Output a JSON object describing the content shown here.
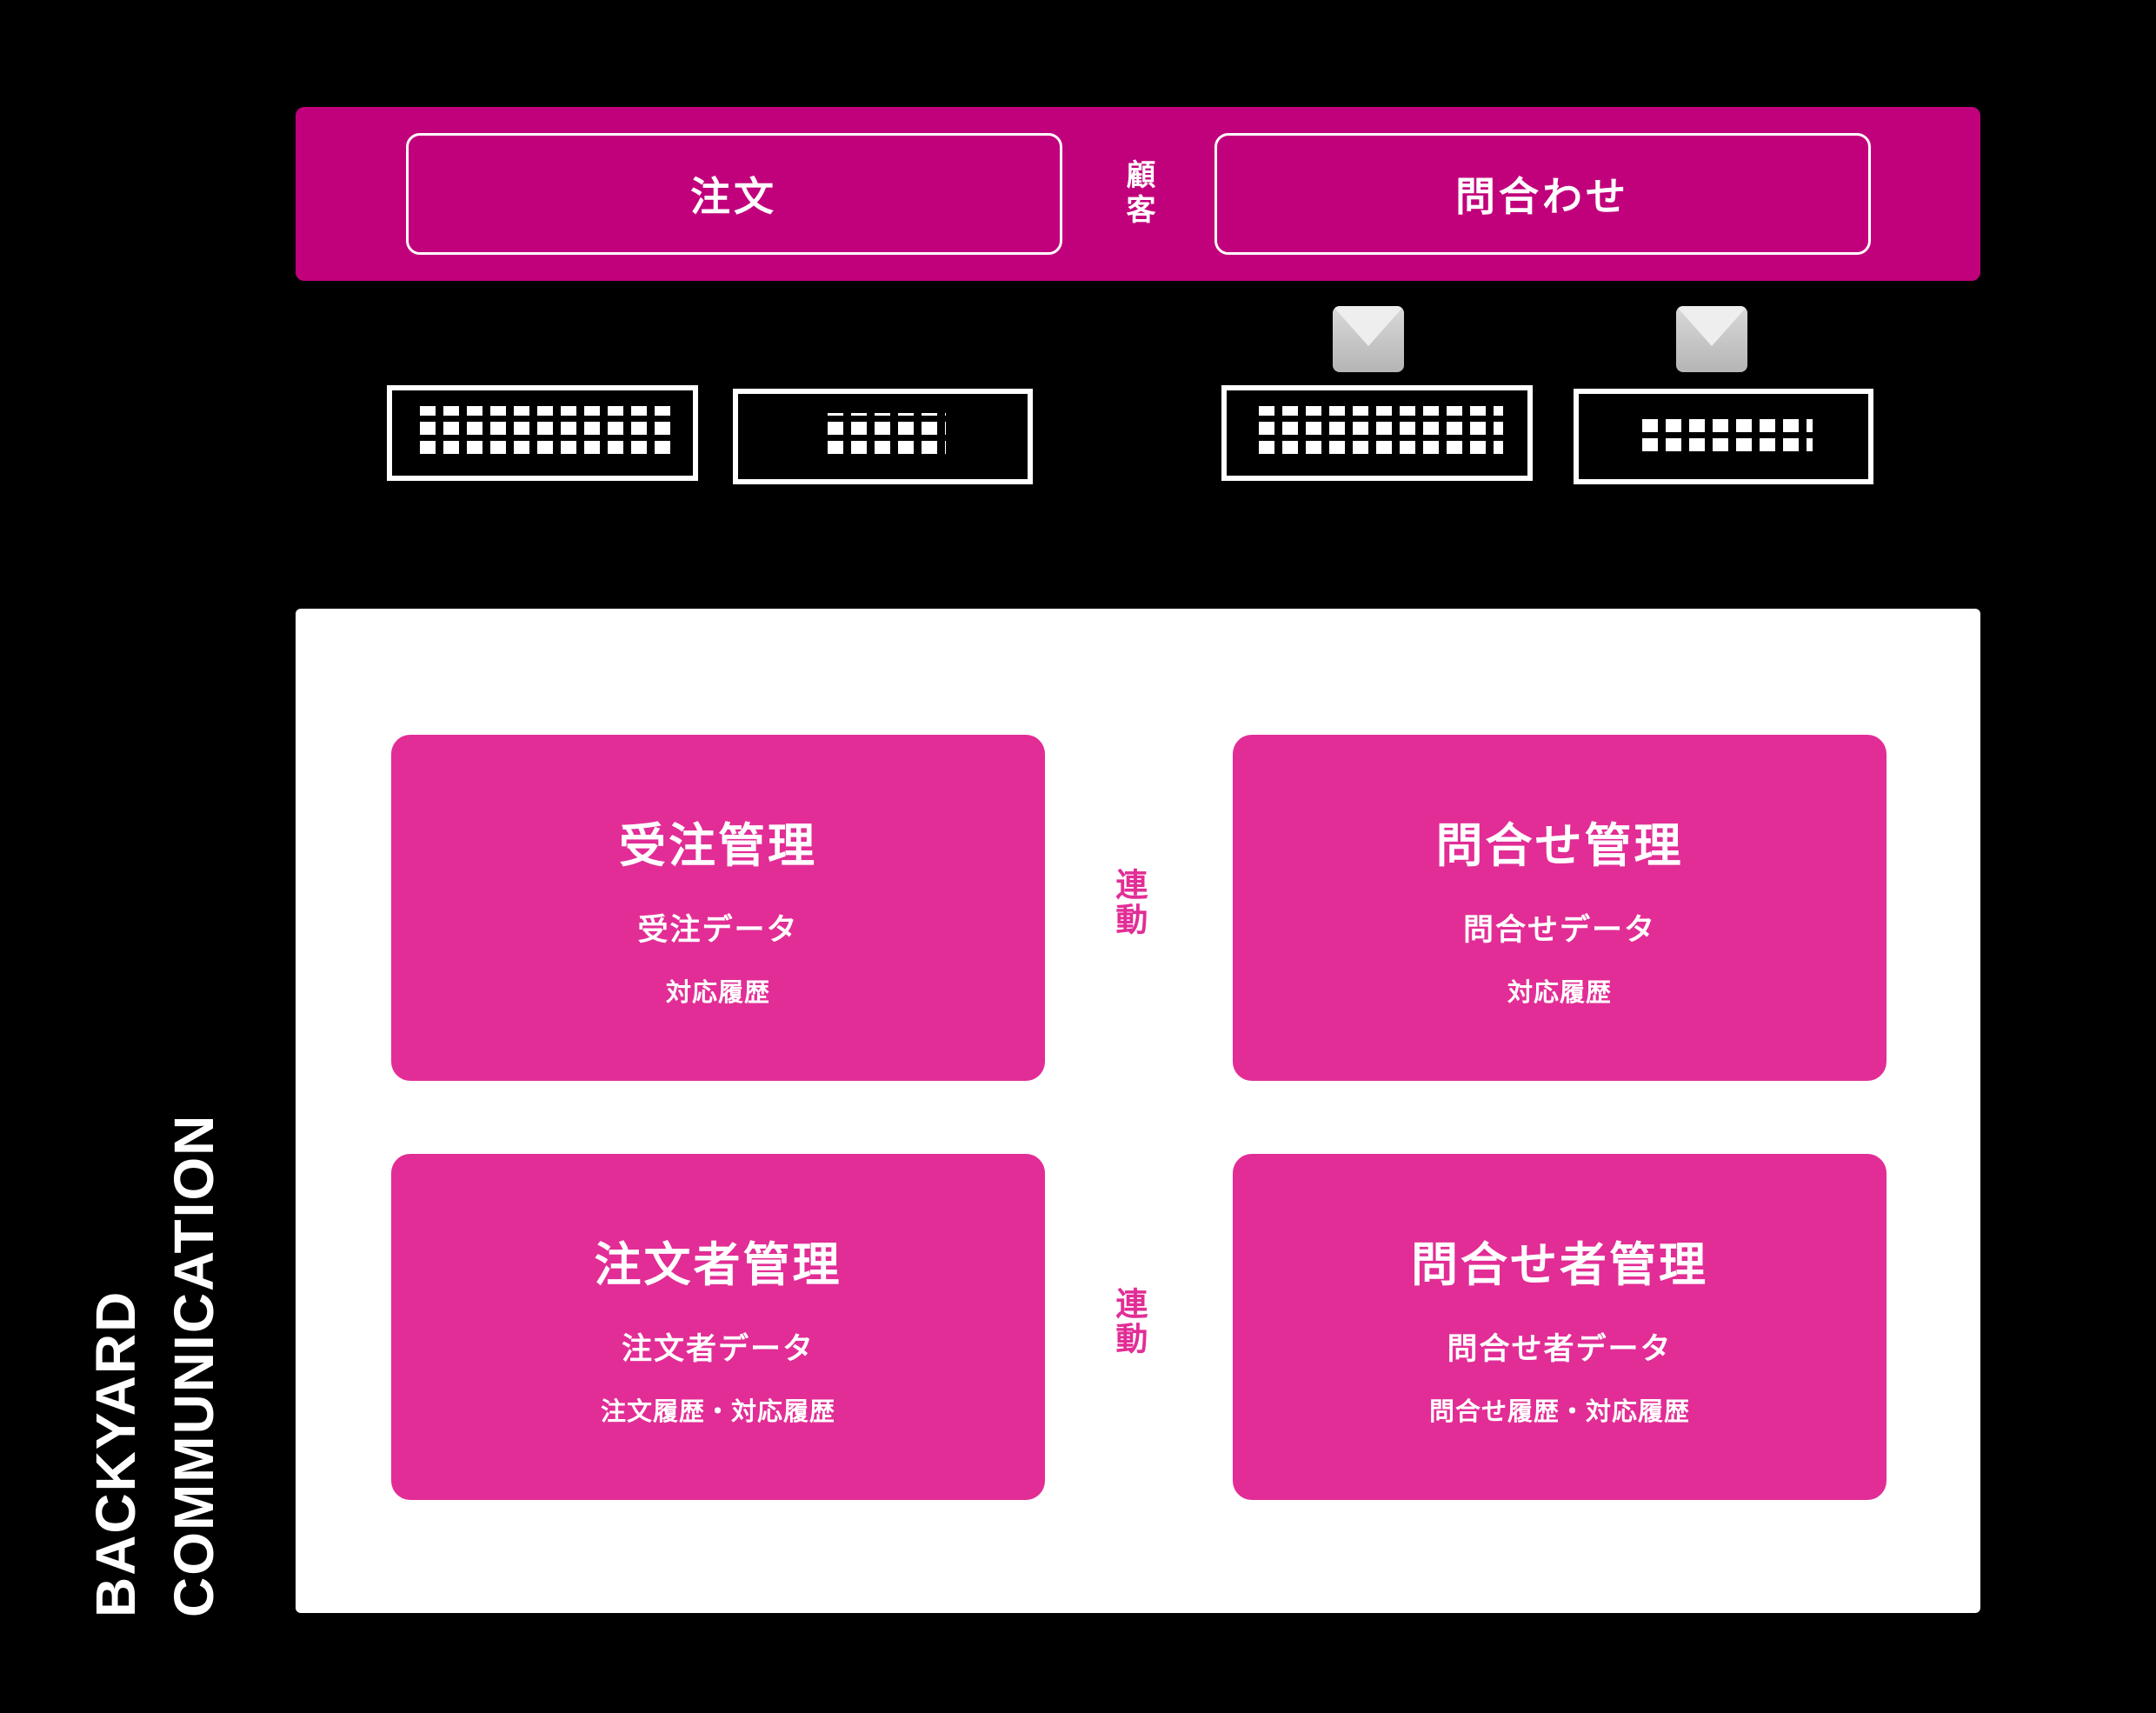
{
  "banner": {
    "vertical_label": "顧客",
    "channels": [
      {
        "label": "注文",
        "name": "order"
      },
      {
        "label": "問合わせ",
        "name": "inquiry"
      }
    ]
  },
  "icons": {
    "mail_1": "mail-icon",
    "mail_2": "mail-icon"
  },
  "channel_boxes": [
    {
      "name": "order-site",
      "label": "",
      "redacted": true
    },
    {
      "name": "phone-fax",
      "label": "",
      "redacted": true
    },
    {
      "name": "inquiry-form",
      "label": "",
      "redacted": true
    },
    {
      "name": "mail-phone",
      "label": "",
      "redacted": true
    }
  ],
  "backyard": {
    "label_line1": "BACKYARD",
    "label_line2": "COMMUNICATION",
    "cards": [
      {
        "name": "order-management",
        "title": "受注管理",
        "sub1": "受注データ",
        "sub2": "対応履歴"
      },
      {
        "name": "inquiry-management",
        "title": "問合せ管理",
        "sub1": "問合せデータ",
        "sub2": "対応履歴"
      },
      {
        "name": "orderer-management",
        "title": "注文者管理",
        "sub1": "注文者データ",
        "sub2": "注文履歴・対応履歴"
      },
      {
        "name": "inquirer-management",
        "title": "問合せ者管理",
        "sub1": "問合せ者データ",
        "sub2": "問合せ履歴・対応履歴"
      }
    ],
    "link_labels": [
      {
        "name": "link-top",
        "label": "連動"
      },
      {
        "name": "link-bottom",
        "label": "連動"
      }
    ]
  },
  "colors": {
    "background": "#000000",
    "banner": "#C1007C",
    "card": "#E22D96",
    "panel": "#FFFFFF",
    "accent_text": "#E22D96"
  }
}
